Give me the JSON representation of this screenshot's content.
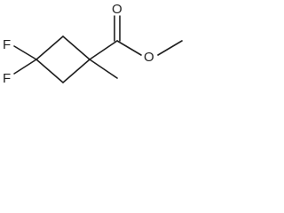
{
  "molecule": {
    "atoms": {
      "fluorine_top": "F",
      "fluorine_bottom": "F",
      "oxygen_carbonyl": "O",
      "oxygen_ester": "O"
    },
    "bond_color": "#1f1f1f"
  }
}
